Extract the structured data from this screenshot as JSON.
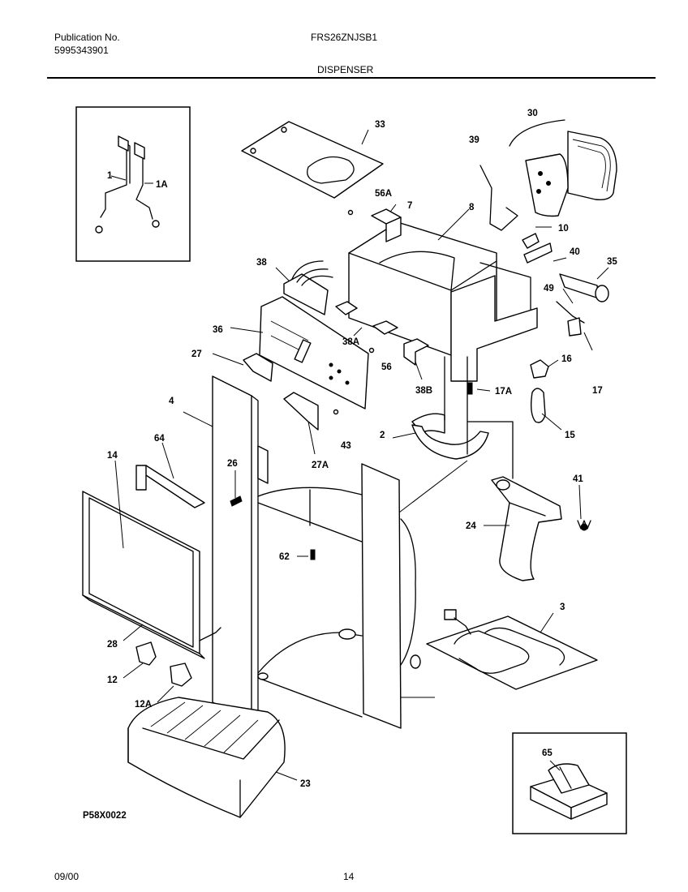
{
  "header": {
    "publication_label": "Publication No.",
    "publication_number": "5995343901",
    "model": "FRS26ZNJSB1",
    "section": "DISPENSER"
  },
  "footer": {
    "date": "09/00",
    "page": "14"
  },
  "figure_code": "P58X0022",
  "callouts": {
    "c1": "1",
    "c1A": "1A",
    "c2": "2",
    "c3": "3",
    "c4": "4",
    "c7": "7",
    "c8": "8",
    "c10": "10",
    "c12": "12",
    "c12A": "12A",
    "c14": "14",
    "c15": "15",
    "c16": "16",
    "c17": "17",
    "c17A": "17A",
    "c23": "23",
    "c24": "24",
    "c26": "26",
    "c27": "27",
    "c27A": "27A",
    "c28": "28",
    "c30": "30",
    "c33": "33",
    "c35": "35",
    "c36": "36",
    "c38": "38",
    "c38A": "38A",
    "c38B": "38B",
    "c39": "39",
    "c40": "40",
    "c41": "41",
    "c43": "43",
    "c49": "49",
    "c56": "56",
    "c56A": "56A",
    "c62": "62",
    "c64": "64",
    "c65": "65"
  }
}
